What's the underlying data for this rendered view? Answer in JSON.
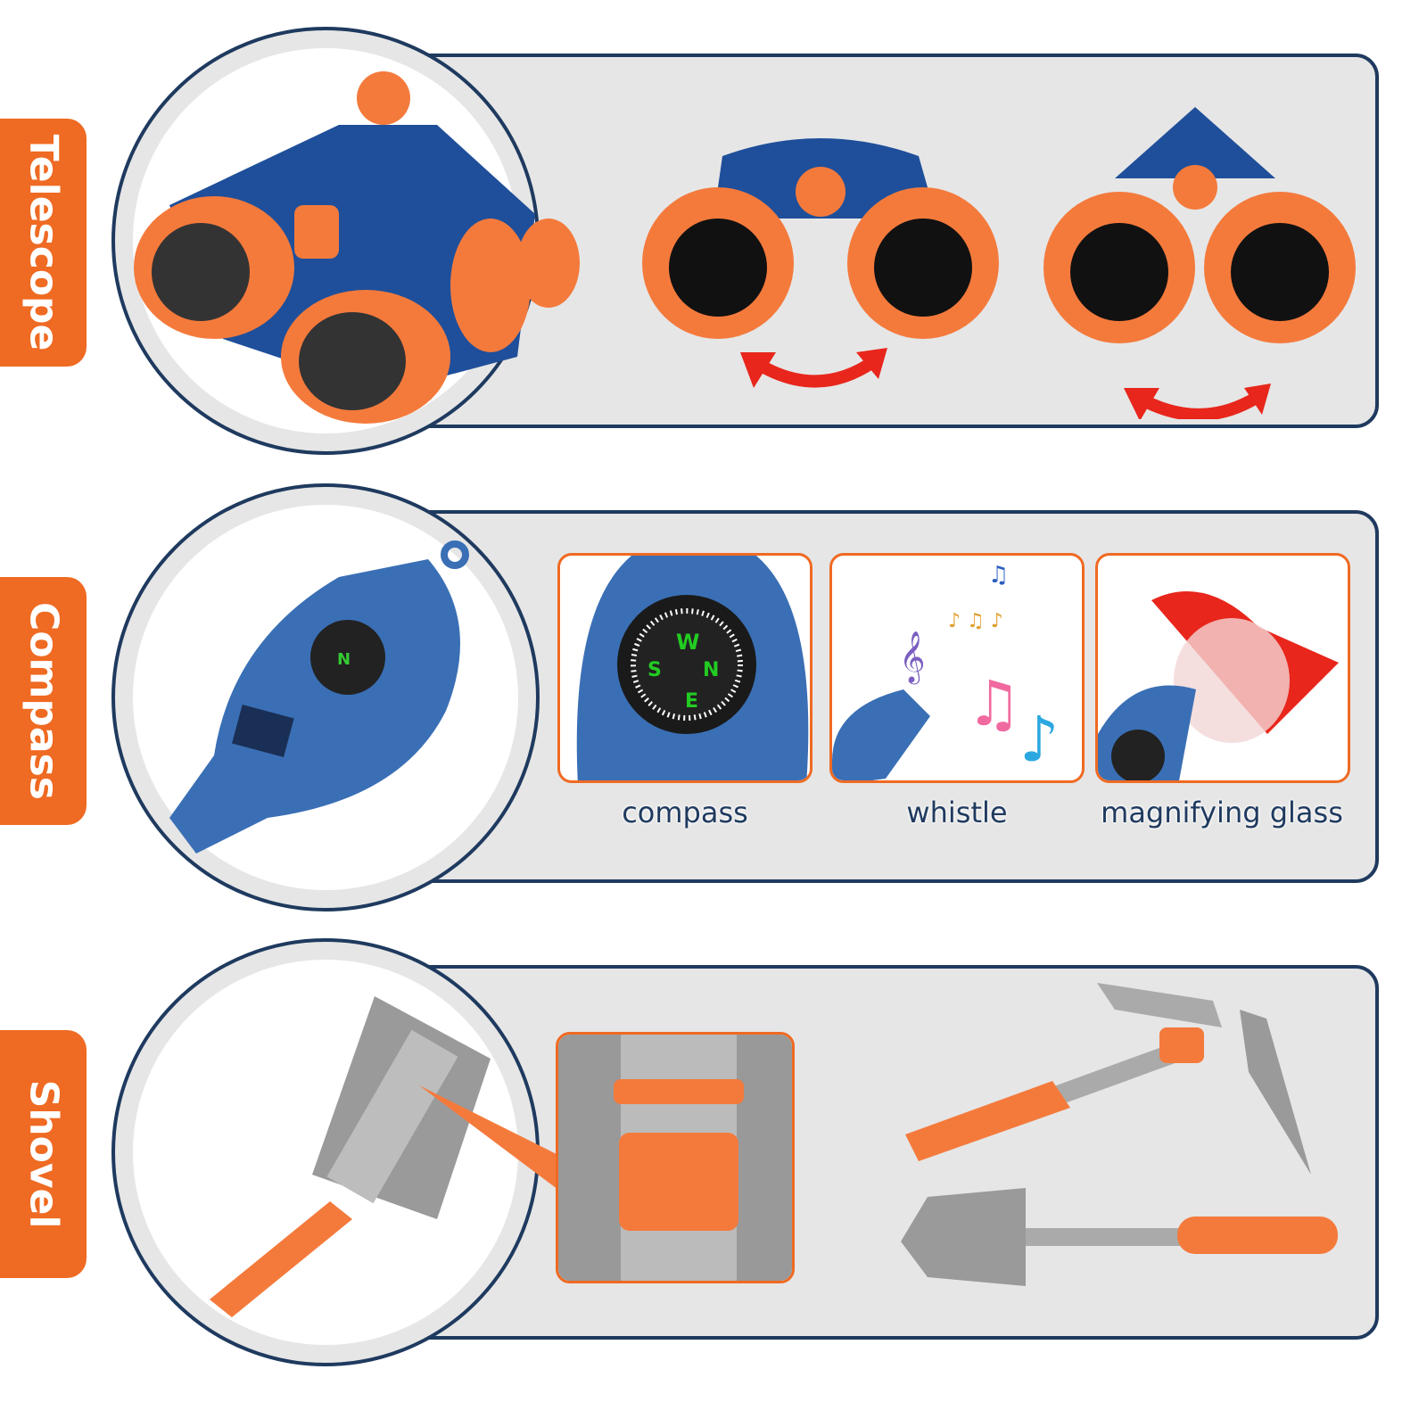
{
  "sections": [
    {
      "tab_label": "Telescope"
    },
    {
      "tab_label": "Compass",
      "features": [
        {
          "label": "compass"
        },
        {
          "label": "whistle"
        },
        {
          "label": "magnifying glass"
        }
      ]
    },
    {
      "tab_label": "Shovel"
    }
  ],
  "colors": {
    "accent": "#ef6a22",
    "navy": "#1f3a5f",
    "panel": "#e6e6e6",
    "blue": "#3a6fb5",
    "arrow": "#e8261c"
  }
}
